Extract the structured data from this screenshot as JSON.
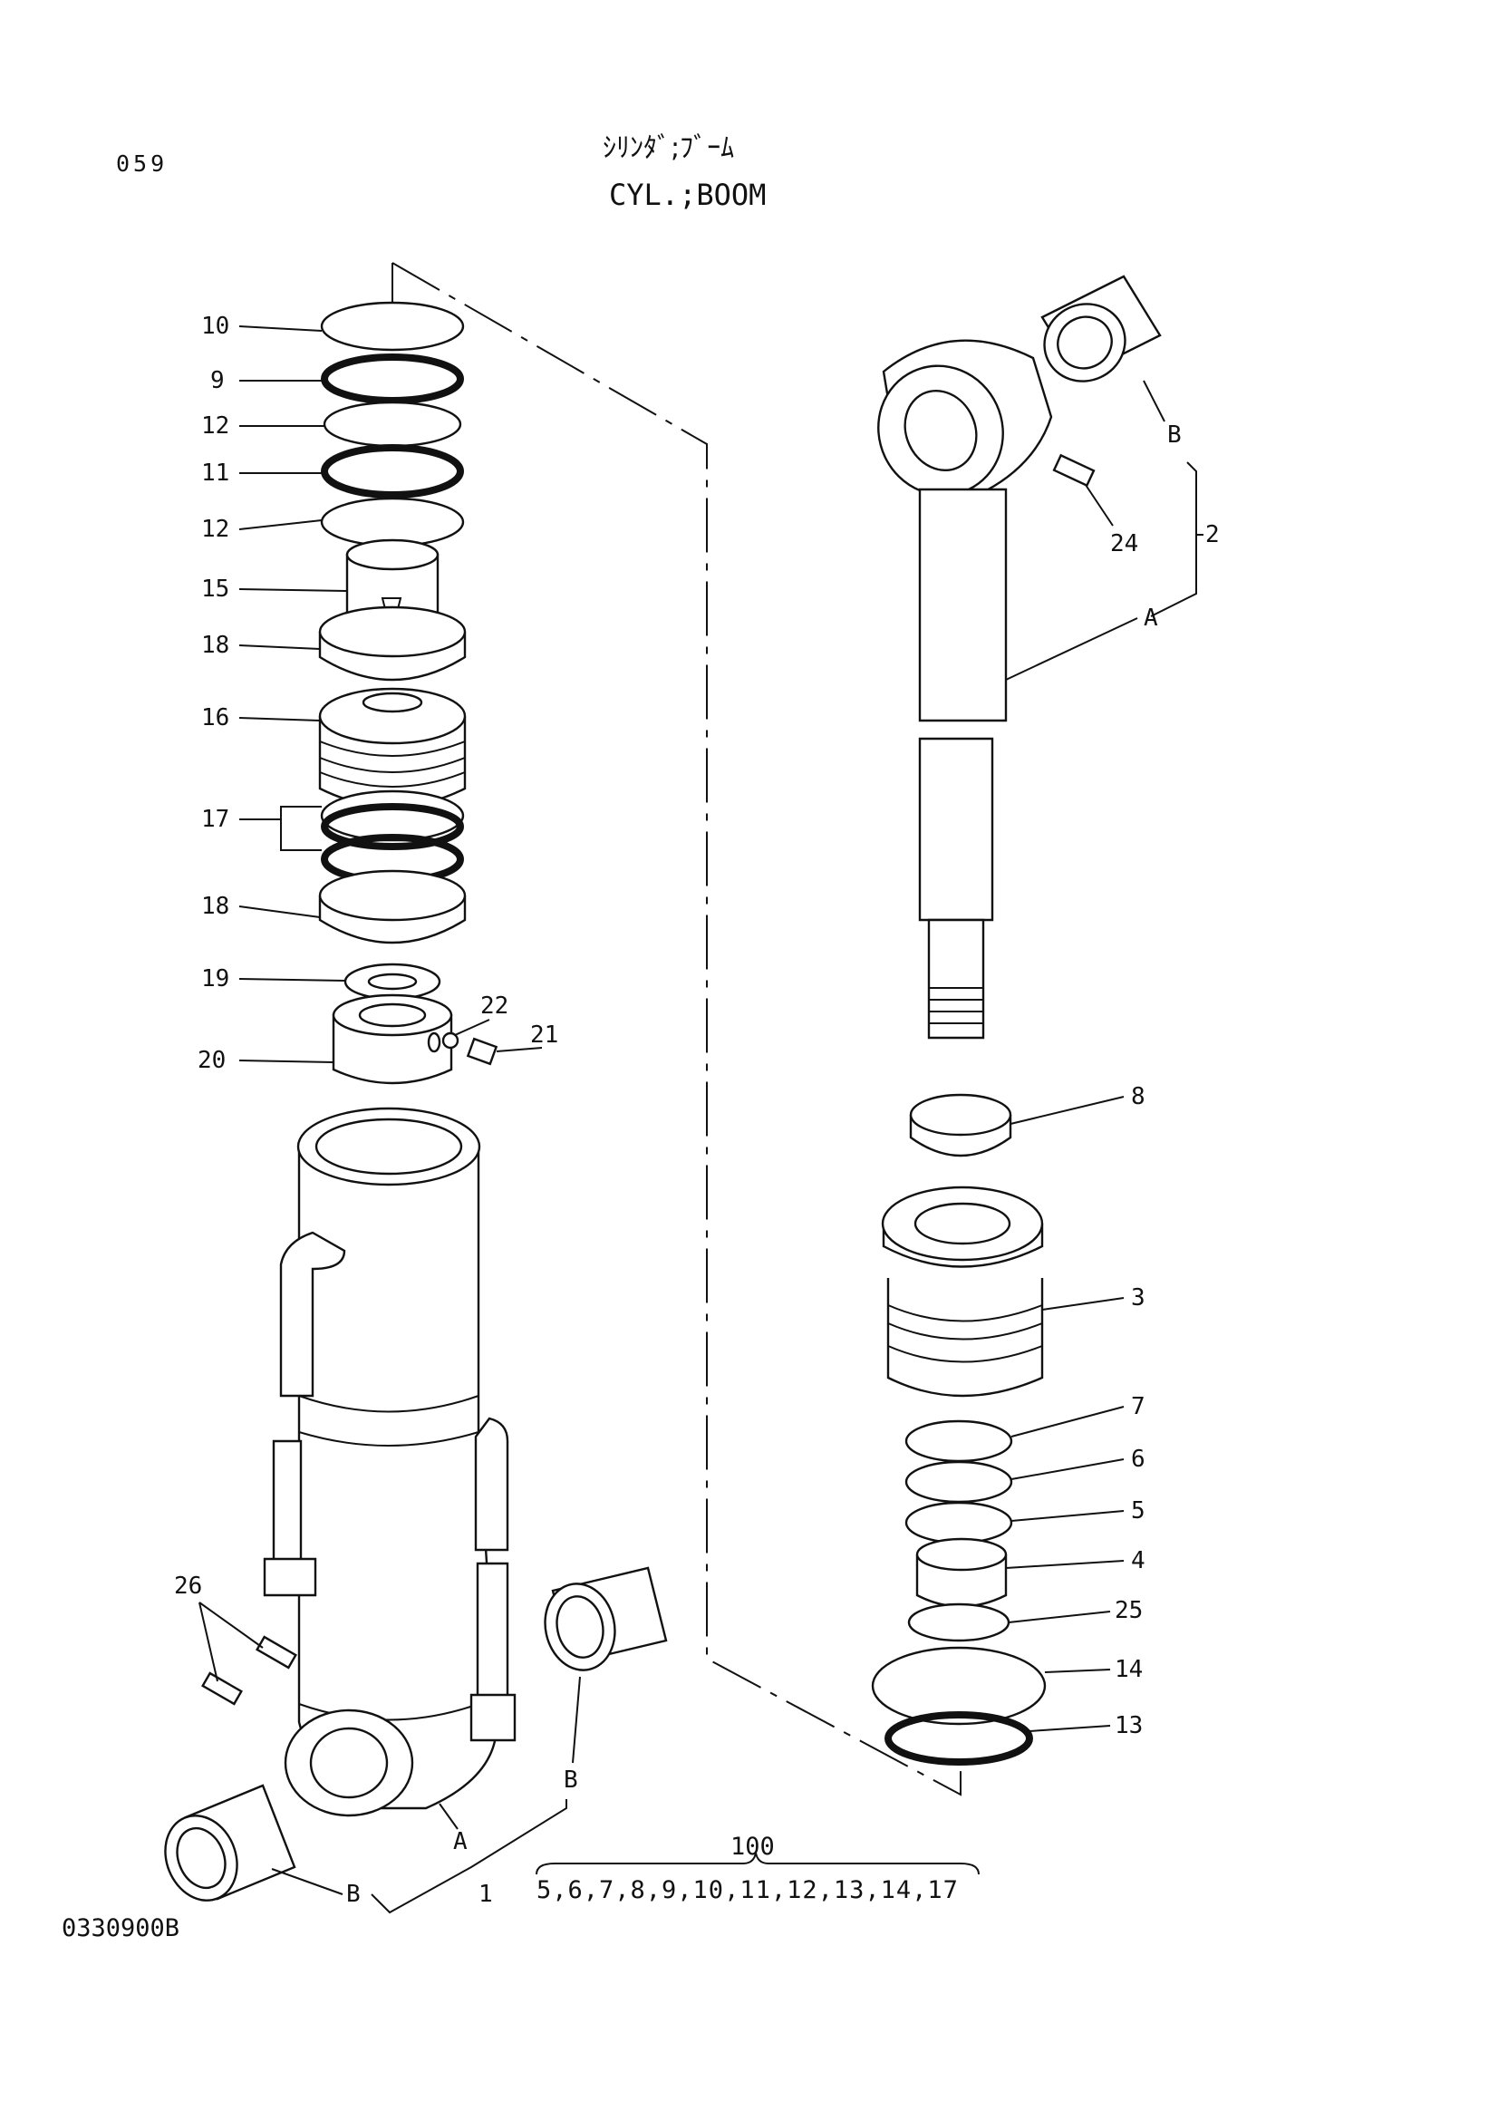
{
  "header": {
    "page_number": "059",
    "title_jp": "ｼﾘﾝﾀﾞ;ﾌﾞｰﾑ",
    "title_en": "CYL.;BOOM"
  },
  "footer": {
    "drawing_number": "0330900B"
  },
  "kit": {
    "number": "100",
    "contents": "5,6,7,8,9,10,11,12,13,14,17"
  },
  "callouts": {
    "p1": "1",
    "p2": "2",
    "p3": "3",
    "p4": "4",
    "p5": "5",
    "p6": "6",
    "p7": "7",
    "p8": "8",
    "p9": "9",
    "p10": "10",
    "p11": "11",
    "p12a": "12",
    "p12b": "12",
    "p13": "13",
    "p14": "14",
    "p15": "15",
    "p16": "16",
    "p17": "17",
    "p18a": "18",
    "p18b": "18",
    "p19": "19",
    "p20": "20",
    "p21": "21",
    "p22": "22",
    "p24": "24",
    "p25": "25",
    "p26": "26",
    "a1": "A",
    "a2": "A",
    "b1": "B",
    "b2": "B",
    "b3": "B"
  }
}
